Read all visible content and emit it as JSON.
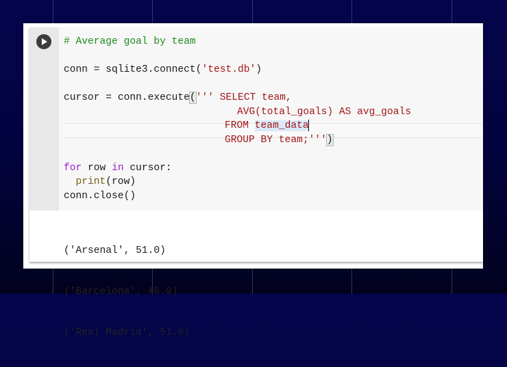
{
  "background": {
    "color_top": "#04044c",
    "color_bottom": "#02021e"
  },
  "cell": {
    "run_button": {
      "icon": "play-icon",
      "label": "Run cell"
    },
    "code_lines": {
      "comment": "# Average goal by team",
      "connect_prefix": "conn = sqlite3.connect(",
      "connect_string": "'test.db'",
      "connect_suffix": ")",
      "execute_prefix": "cursor = conn.execute",
      "paren_open": "(",
      "sql_line1": "''' SELECT team,",
      "sql_line2": "AVG(total_goals) AS avg_goals",
      "sql_line3_kw": "FROM ",
      "sql_line3_table": "team_data",
      "sql_line4": "GROUP BY team;'''",
      "paren_close": ")",
      "for_kw": "for",
      "for_mid": " row ",
      "in_kw": "in",
      "for_end": " cursor:",
      "print_fn": "print",
      "print_args": "(row)",
      "close": "conn.close()"
    },
    "output": [
      "('Arsenal', 51.0)",
      "('Barcelona', 46.0)",
      "('Real Madrid', 51.0)"
    ]
  },
  "colors": {
    "comment": "#1e8a1e",
    "string": "#a31515",
    "keyword": "#9b1fd0",
    "builtin": "#7a5d16"
  }
}
